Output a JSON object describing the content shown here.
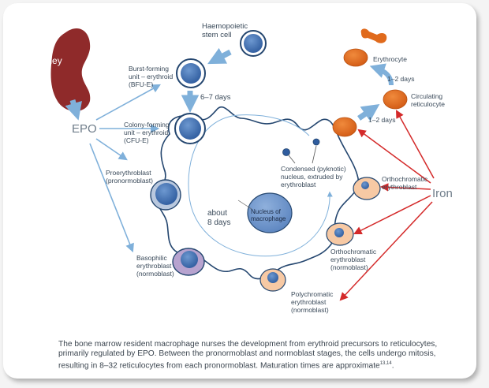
{
  "labels": {
    "kidney": "Kidney",
    "epo": "EPO",
    "iron": "Iron",
    "hsc": [
      "Haemopoietic",
      "stem cell"
    ],
    "bfue": [
      "Burst-forming",
      "unit – erythroid",
      "(BFU-E)"
    ],
    "cfue": [
      "Colony-forming",
      "unit – erythroid",
      "(CFU-E)"
    ],
    "proerythroblast": [
      "Proerythroblast",
      "(pronormoblast)"
    ],
    "basophilic": [
      "Basophilic",
      "erythroblast",
      "(normoblast)"
    ],
    "polychromatic": [
      "Polychromatic",
      "erythroblast",
      "(normoblast)"
    ],
    "orthochromatic_mid": [
      "Orthochromatic",
      "erythroblast",
      "(normoblast)"
    ],
    "orthochromatic_right": [
      "Orthochromatic",
      "erythroblast"
    ],
    "condensed": [
      "Condensed (pyknotic)",
      "nucleus, extruded by",
      "erythroblast"
    ],
    "nucleus_macrophage": [
      "Nucleus of",
      "macrophage"
    ],
    "about": [
      "about",
      "8 days"
    ],
    "days_6_7": "6–7 days",
    "days_1_2_a": "1–2 days",
    "days_1_2_b": "1–2 days",
    "circulating": [
      "Circulating",
      "reticulocyte"
    ],
    "erythrocyte": "Erythrocyte"
  },
  "caption": {
    "line1": "The bone marrow resident macrophage nurses the development from erythroid precursors to reticulocytes,",
    "line2": "primarily regulated by EPO. Between the pronormoblast and normoblast stages, the cells undergo mitosis,",
    "line3": "resulting in 8–32 reticulocytes from each pronormoblast. Maturation times are approximate",
    "refs": "13,14"
  },
  "colors": {
    "kidney": "#8f2a2a",
    "arrow_blue": "#7fb0da",
    "arrow_red": "#d42a2a",
    "cell_blue": "#3f72b6",
    "reticulocyte": "#e06a1c",
    "macrophage_outline": "#24466f"
  }
}
